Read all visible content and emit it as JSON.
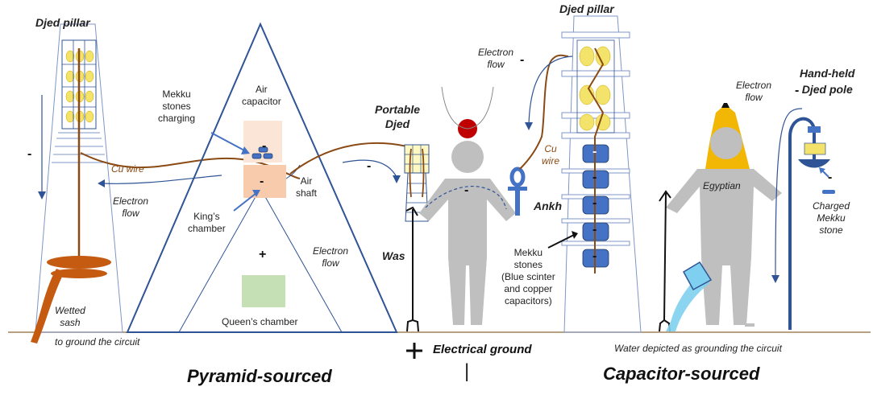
{
  "labels": {
    "djed_pillar_left": "Djed  pillar",
    "djed_pillar_right": "Djed  pillar",
    "mekku_charging": "Mekku\nstones\ncharging",
    "air_capacitor": "Air\ncapacitor",
    "cu_wire_left": "Cu wire",
    "electron_flow_left": "Electron\nflow",
    "kings_chamber": "King’s\nchamber",
    "air_shaft": "Air\nshaft",
    "electron_flow_pyramid": "Electron\nflow",
    "queens_chamber": "Queen’s chamber",
    "wetted_sash": "Wetted\nsash",
    "ground_circuit_left": "to ground the circuit",
    "portable_djed": "Portable\nDjed",
    "was": "Was",
    "ankh": "Ankh",
    "electrical_ground": "Electrical ground",
    "electron_flow_top": "Electron\nflow",
    "cu_wire_right": "Cu\nwire",
    "mekku_stones": "Mekku\nstones\n(Blue scinter\nand copper\ncapacitors)",
    "egyptian": "Egyptian",
    "electron_flow_right": "Electron\nflow",
    "hand_held_djed": "Hand-held\nDjed pole",
    "charged_mekku": "Charged\nMekku\nstone",
    "water_grounding": "Water depicted as grounding the circuit",
    "pyramid_sourced": "Pyramid-sourced",
    "capacitor_sourced": "Capacitor-sourced",
    "divider": "|"
  },
  "signs": {
    "minus": "-",
    "plus": "+",
    "ground_plus": "+"
  },
  "colors": {
    "outline_blue": "#2f5496",
    "wire_brown": "#8a4a14",
    "figure_grey": "#bfbfbf",
    "stone_blue": "#4472c4",
    "glow_yellow": "#f4e36a",
    "gold": "#f2b705",
    "head_red": "#c00000",
    "kings_chamber_fill": "#f8cbad",
    "air_capacitor_fill": "#fbe5d6",
    "queens_chamber_fill": "#c5e0b4",
    "water_blue": "#7fd0f0",
    "ground_line": "#a0805a"
  }
}
